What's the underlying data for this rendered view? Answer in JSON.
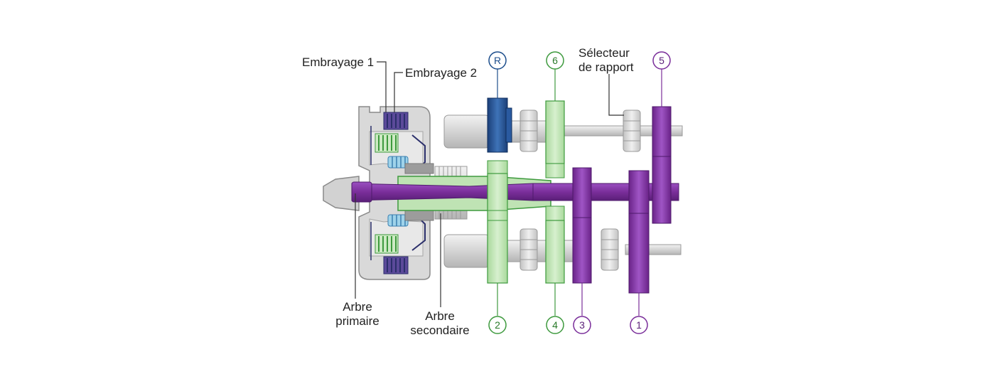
{
  "labels": {
    "clutch1": "Embrayage 1",
    "clutch2": "Embrayage 2",
    "selector_line1": "Sélecteur",
    "selector_line2": "de rapport",
    "primary_line1": "Arbre",
    "primary_line2": "primaire",
    "secondary_line1": "Arbre",
    "secondary_line2": "secondaire"
  },
  "gears": {
    "reverse": "R",
    "sixth": "6",
    "fifth": "5",
    "second": "2",
    "fourth": "4",
    "third": "3",
    "first": "1"
  },
  "colors": {
    "purple": "#7a2e9a",
    "green": "#3e9a3e",
    "green_fill": "#bfe3b4",
    "blue": "#1d4e8c",
    "gray": "#cfcfcf"
  }
}
